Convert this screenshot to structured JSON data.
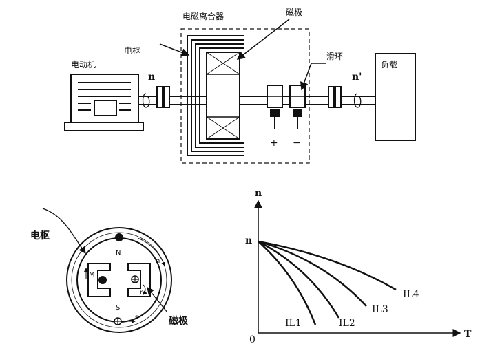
{
  "top_diagram": {
    "motor_label": "电动机",
    "armature_label": "电枢",
    "clutch_label": "电磁离合器",
    "pole_label": "磁极",
    "slip_ring_label": "滑环",
    "load_label": "负载",
    "speed_in": "n",
    "speed_out": "n'",
    "plus_sign": "+",
    "minus_sign": "−"
  },
  "cross_section": {
    "armature_label": "电枢",
    "pole_label": "磁极",
    "north": "N",
    "south": "S",
    "torque": "M",
    "letter_n": "n",
    "letter_f": "f"
  },
  "chart_data": {
    "type": "line",
    "xlabel": "T",
    "ylabel": "n",
    "y_intercept_label": "n",
    "origin_label": "0",
    "series": [
      {
        "name": "IL1"
      },
      {
        "name": "IL2"
      },
      {
        "name": "IL3"
      },
      {
        "name": "IL4"
      }
    ]
  }
}
